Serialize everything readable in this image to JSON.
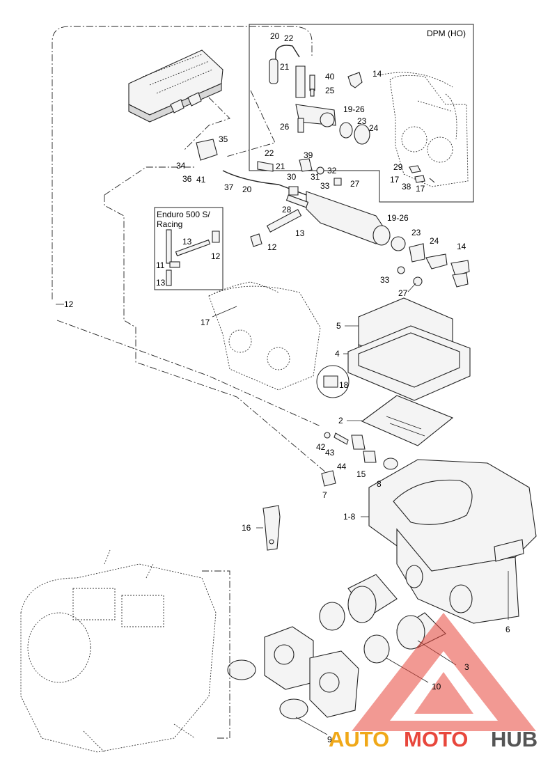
{
  "diagram": {
    "callouts": {
      "c20_top": "20",
      "c22_top": "22",
      "c21_top": "21",
      "c40": "40",
      "c25": "25",
      "c14_top": "14",
      "c19_26_top": "19-26",
      "c23_top": "23",
      "c24_top": "24",
      "c26_top": "26",
      "c35": "35",
      "c34": "34",
      "c36": "36",
      "c41": "41",
      "c37": "37",
      "c22_mid": "22",
      "c21_mid": "21",
      "c20_mid": "20",
      "c39": "39",
      "c30": "30",
      "c31": "31",
      "c32": "32",
      "c33_mid": "33",
      "c27_mid": "27",
      "c28": "28",
      "c29": "29",
      "c17_right": "17",
      "c38": "38",
      "c17_right2": "17",
      "c19_26_mid": "19-26",
      "c23_mid": "23",
      "c24_mid": "24",
      "c14_mid": "14",
      "c13_main": "13",
      "c12_mid": "12",
      "c13_box_a": "13",
      "c12_box": "12",
      "c11_box": "11",
      "c13_box_b": "13",
      "c12_left": "12",
      "c33_low": "33",
      "c27_low": "27",
      "c17_left": "17",
      "c5": "5",
      "c4": "4",
      "c18": "18",
      "c2": "2",
      "c42": "42",
      "c43": "43",
      "c44": "44",
      "c15": "15",
      "c8": "8",
      "c7": "7",
      "c1_8": "1-8",
      "c16": "16",
      "c6": "6",
      "c3": "3",
      "c10": "10",
      "c9": "9"
    },
    "inset_dpm": {
      "title": "DPM (HO)"
    },
    "inset_enduro": {
      "title_line1": "Enduro 500 S/",
      "title_line2": "Racing"
    },
    "watermark": {
      "text_a": "AUTO",
      "text_b": "MOTO",
      "text_c": "HUB",
      "color_red": "#e8473c",
      "color_orange": "#f0a818",
      "color_gray": "#555555"
    }
  }
}
